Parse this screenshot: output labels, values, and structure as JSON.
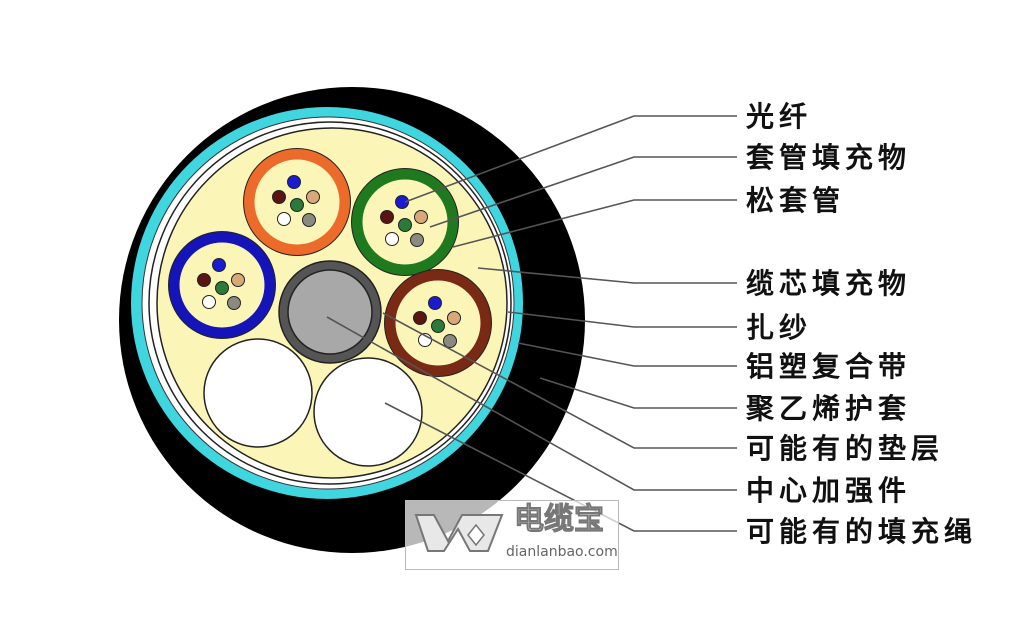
{
  "labels": [
    "光纤",
    "套管填充物",
    "松套管",
    "缆芯填充物",
    "扎纱",
    "铝塑复合带",
    "聚乙烯护套",
    "可能有的垫层",
    "中心加强件",
    "可能有的填充绳"
  ],
  "watermark": {
    "cn": "电缆宝",
    "en": "dianlanbao.com"
  },
  "colors": {
    "sheath": "#000000",
    "aluminum_tape": "#3fd6e0",
    "core_filler": "#fbf6b8",
    "tube_orange": "#ec6a2a",
    "tube_green": "#1f7a1f",
    "tube_blue": "#1414b8",
    "tube_brown": "#7a2a14",
    "strength_member": "#a8a8a8",
    "fibers": [
      "#1a1ad0",
      "#5a1414",
      "#d8a878",
      "#2a7a3a",
      "#ffffff",
      "#8a8a80"
    ]
  }
}
